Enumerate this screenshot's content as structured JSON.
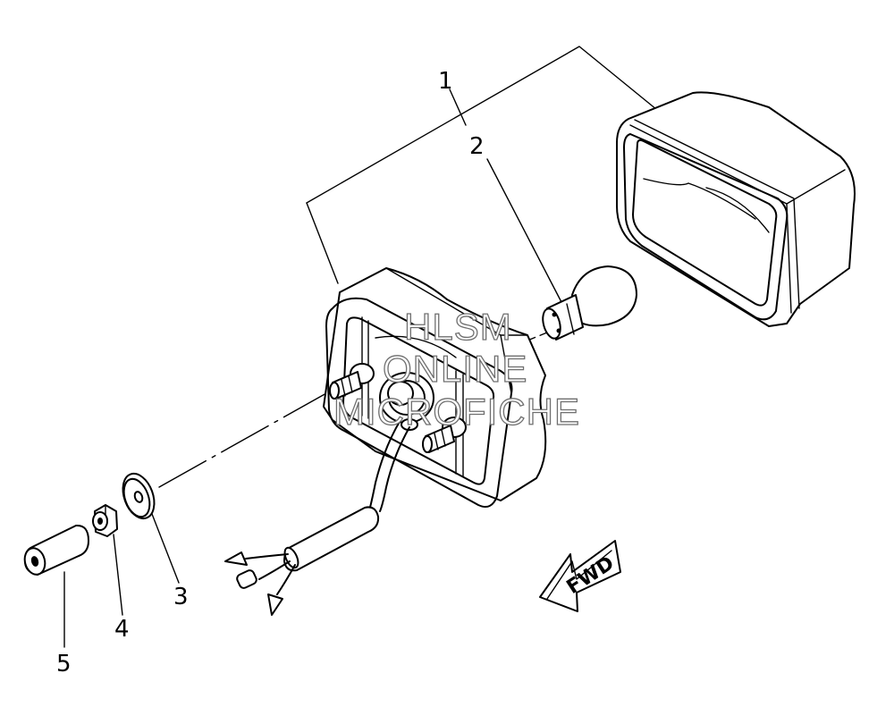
{
  "diagram": {
    "part_labels": [
      {
        "id": "1",
        "text": "1"
      },
      {
        "id": "2",
        "text": "2"
      },
      {
        "id": "3",
        "text": "3"
      },
      {
        "id": "4",
        "text": "4"
      },
      {
        "id": "5",
        "text": "5"
      }
    ],
    "watermark": [
      "HLSM",
      "ONLINE",
      "MICROFICHE"
    ],
    "direction_arrow": {
      "text": "FWD"
    }
  }
}
